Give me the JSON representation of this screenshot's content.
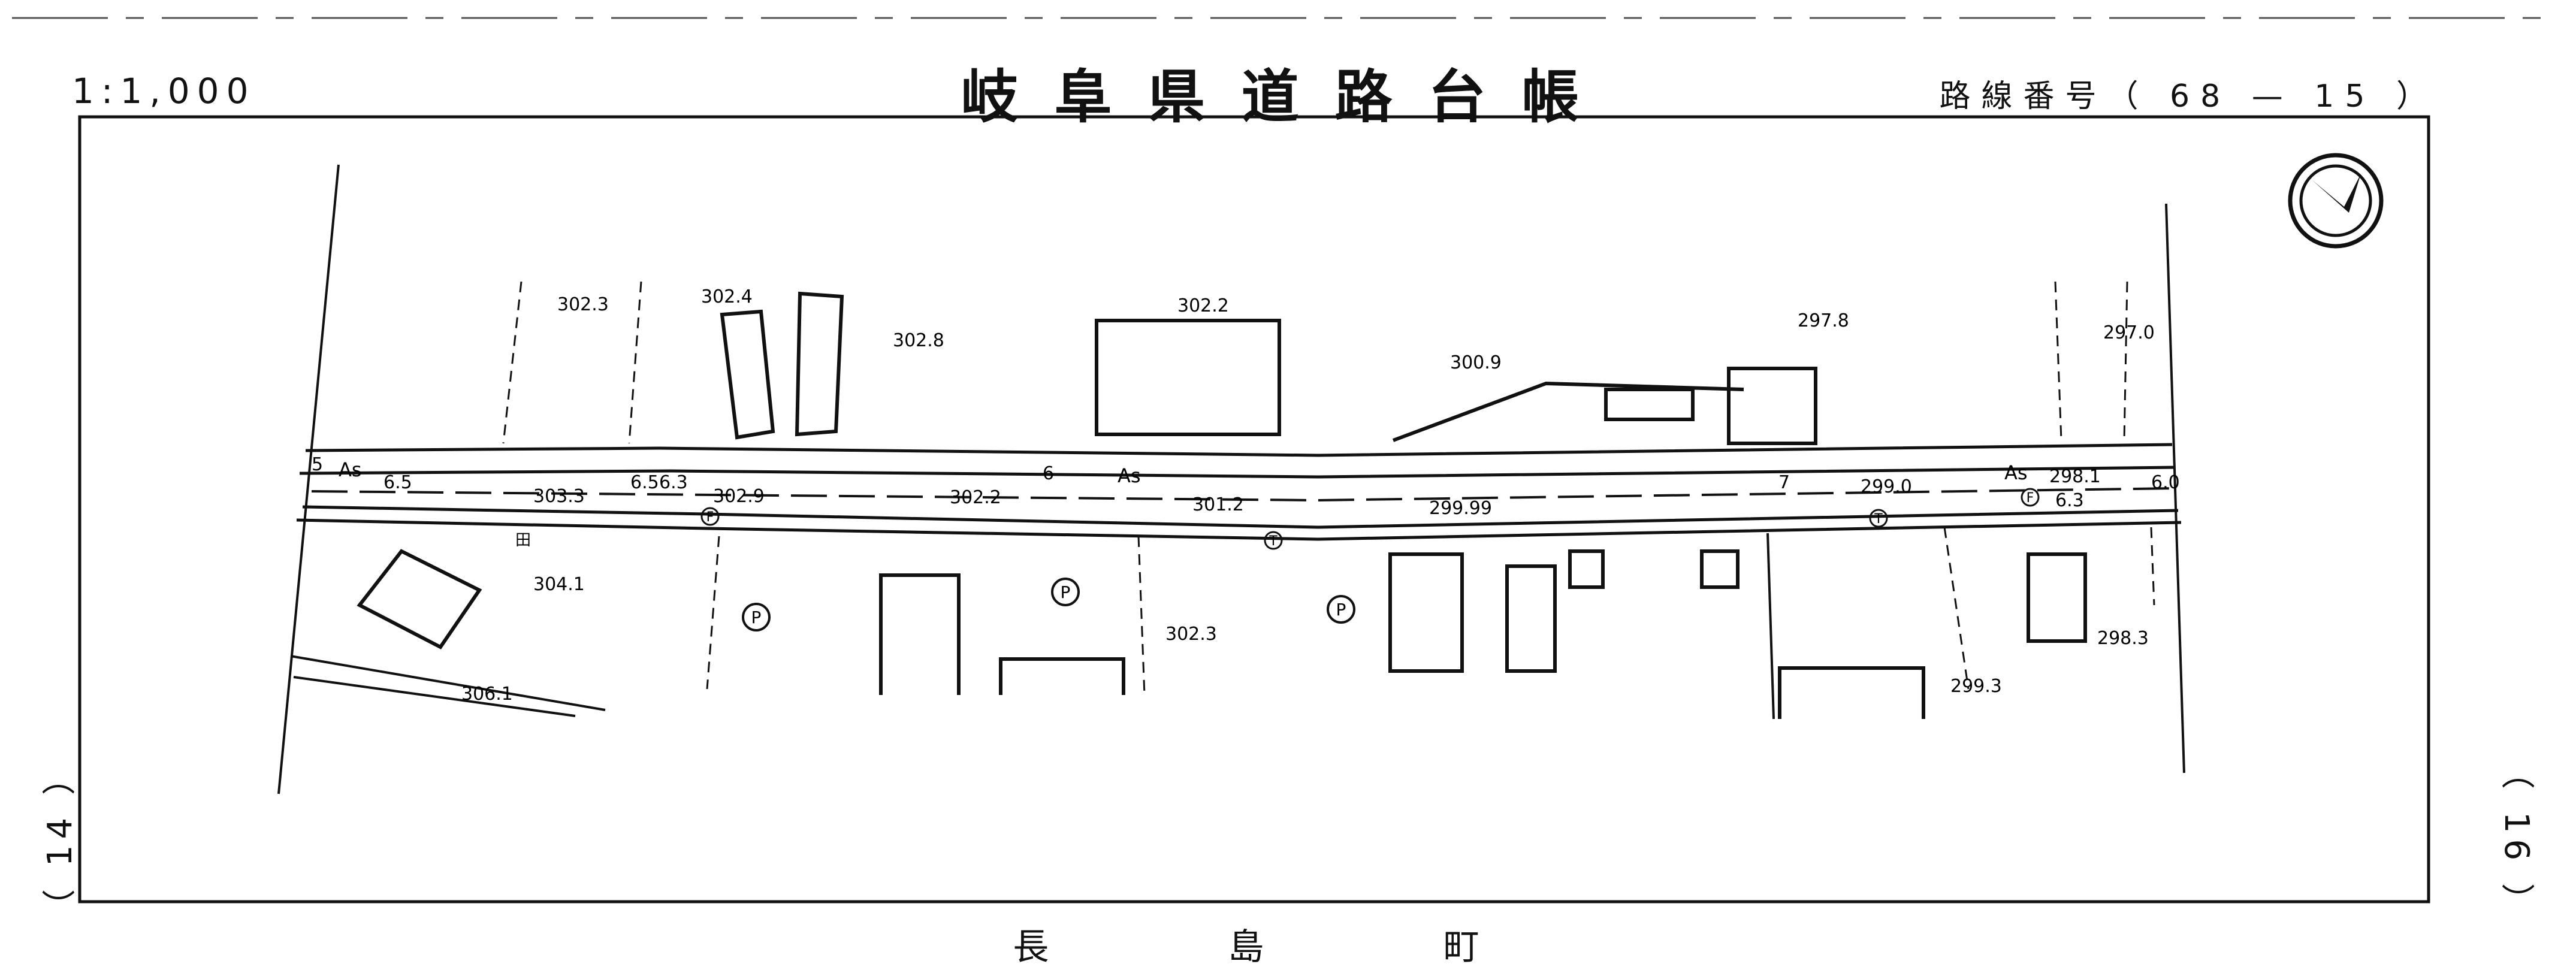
{
  "header": {
    "scale": "1:1,000",
    "title": "岐阜県道路台帳",
    "route_number": "路線番号（ 68 — 15 ）"
  },
  "page_links": {
    "left": "（ 14 ）",
    "right": "（ 16 ）"
  },
  "footer": {
    "town": "長 島 町"
  },
  "map": {
    "north_arrow": "north-arrow-icon",
    "elevations": [
      "302.3",
      "302.4",
      "302.8",
      "302.2",
      "300.9",
      "297.8",
      "297.0",
      "303.3",
      "302.9",
      "302.2",
      "301.2",
      "299.99",
      "299.0",
      "298.1",
      "304.1",
      "306.1",
      "302.3",
      "298.3",
      "299.3"
    ],
    "road_widths": [
      "5",
      "6.5",
      "6.5",
      "6.3",
      "6",
      "7",
      "6.3",
      "6.0"
    ],
    "pavement": [
      "As",
      "As",
      "As"
    ],
    "parking": [
      "P",
      "P",
      "P"
    ],
    "utility_marks": [
      "F",
      "F",
      "T",
      "T"
    ],
    "land_marks": [
      "田"
    ]
  },
  "colors": {
    "ink": "#111111",
    "paper": "#ffffff"
  }
}
